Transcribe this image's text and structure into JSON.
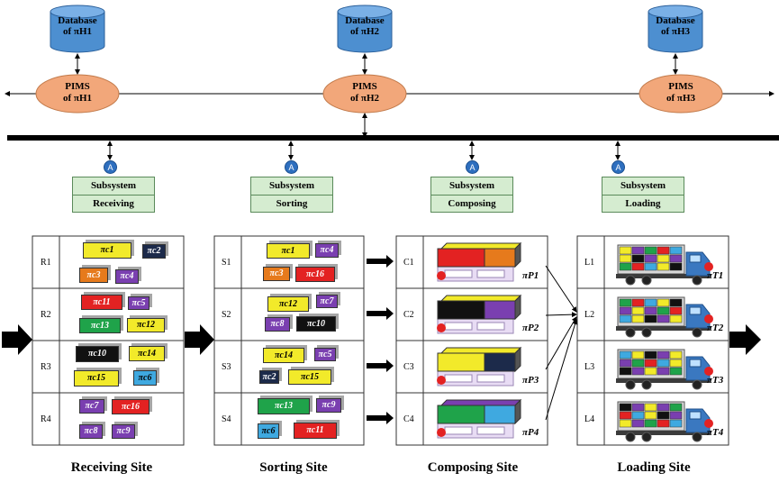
{
  "databases": [
    {
      "line1": "Database",
      "line2": "of πH1"
    },
    {
      "line1": "Database",
      "line2": "of πH2"
    },
    {
      "line1": "Database",
      "line2": "of πH3"
    }
  ],
  "pims": [
    {
      "line1": "PIMS",
      "line2": "of πH1"
    },
    {
      "line1": "PIMS",
      "line2": "of πH2"
    },
    {
      "line1": "PIMS",
      "line2": "of πH3"
    }
  ],
  "agent_symbol": "A",
  "subsystems": [
    {
      "title": "Subsystem",
      "name": "Receiving"
    },
    {
      "title": "Subsystem",
      "name": "Sorting"
    },
    {
      "title": "Subsystem",
      "name": "Composing"
    },
    {
      "title": "Subsystem",
      "name": "Loading"
    }
  ],
  "sites": [
    "Receiving Site",
    "Sorting Site",
    "Composing Site",
    "Loading Site"
  ],
  "receiving_rows": [
    "R1",
    "R2",
    "R3",
    "R4"
  ],
  "sorting_rows": [
    "S1",
    "S2",
    "S3",
    "S4"
  ],
  "composing_rows": [
    "C1",
    "C2",
    "C3",
    "C4"
  ],
  "loading_rows": [
    "L1",
    "L2",
    "L3",
    "L4"
  ],
  "composed_pallets": [
    "πP1",
    "πP2",
    "πP3",
    "πP4"
  ],
  "trucks": [
    "πT1",
    "πT2",
    "πT3",
    "πT4"
  ],
  "colors": {
    "yellow": "#f2ea2a",
    "navy": "#1c2a4a",
    "orange": "#e67a1c",
    "purple": "#7a3fb0",
    "red": "#e32222",
    "green": "#1fa34a",
    "black": "#111111",
    "lightblue": "#3fa9e0",
    "database": "#4d8fd0",
    "pims": "#f2a77a",
    "subsystem": "#d5ecd0"
  },
  "receiving_packages": [
    [
      "πc1",
      "πc2",
      "πc3",
      "πc4"
    ],
    [
      "πc11",
      "πc5",
      "πc13",
      "πc12"
    ],
    [
      "πc10",
      "πc14",
      "πc15",
      "πc6"
    ],
    [
      "πc7",
      "πc16",
      "πc8",
      "πc9"
    ]
  ],
  "sorting_packages": [
    [
      "πc1",
      "πc4",
      "πc3",
      "πc16"
    ],
    [
      "πc12",
      "πc7",
      "πc8",
      "πc10"
    ],
    [
      "πc14",
      "πc5",
      "πc2",
      "πc15"
    ],
    [
      "πc13",
      "πc9",
      "πc6",
      "πc11"
    ]
  ]
}
